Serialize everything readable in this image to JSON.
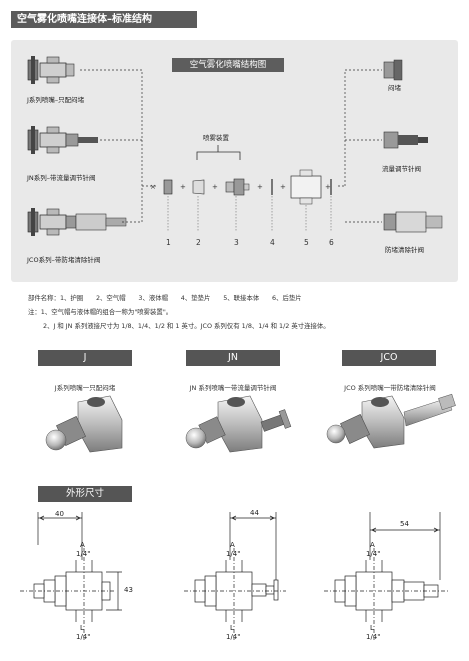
{
  "header": {
    "title": "空气雾化喷嘴连接体–标准结构"
  },
  "diagram": {
    "title": "空气雾化喷嘴结构图",
    "left_labels": [
      "J系列喷嘴–只配闷堵",
      "JN系列–带流量调节针阀",
      "JCO系列–带防堵清除针阀"
    ],
    "spray_device_label": "喷雾装置",
    "part_numbers": [
      "1",
      "2",
      "3",
      "4",
      "5",
      "6"
    ],
    "right_labels": [
      "闷堵",
      "流量调节针阀",
      "防堵清除针阀"
    ]
  },
  "legend": {
    "parts_line": "部件名称：1、护圈　　2、空气帽　　3、液体帽　　4、垫垫片　　5、联接本体　　6、后垫片",
    "note1": "注：1、空气帽与液体帽的组合一称为\"喷雾装置\"。",
    "note2": "2、J 和 JN 系列液接尺寸为 1/8、1/4、1/2 和 1 英寸。JCO 系列仅有 1/8、1/4 和 1/2 英寸连接体。"
  },
  "series": [
    {
      "tab": "J",
      "caption": "J系列喷嘴一只配闷堵"
    },
    {
      "tab": "JN",
      "caption": "JN 系列喷嘴一带流量调节针阀"
    },
    {
      "tab": "JCO",
      "caption": "JCO 系列喷嘴一带防堵清除针阀"
    }
  ],
  "dimensions": {
    "tab": "外形尺寸",
    "drawings": [
      {
        "top_dim": "40",
        "side_dim": "43",
        "a_label": "A",
        "a_size": "1/4\"",
        "l_label": "L",
        "l_size": "1/4\""
      },
      {
        "top_dim": "44",
        "a_label": "A",
        "a_size": "1/4\"",
        "l_label": "L",
        "l_size": "1/4\""
      },
      {
        "top_dim": "54",
        "a_label": "A",
        "a_size": "1/4\"",
        "l_label": "L",
        "l_size": "1/4\""
      }
    ]
  }
}
